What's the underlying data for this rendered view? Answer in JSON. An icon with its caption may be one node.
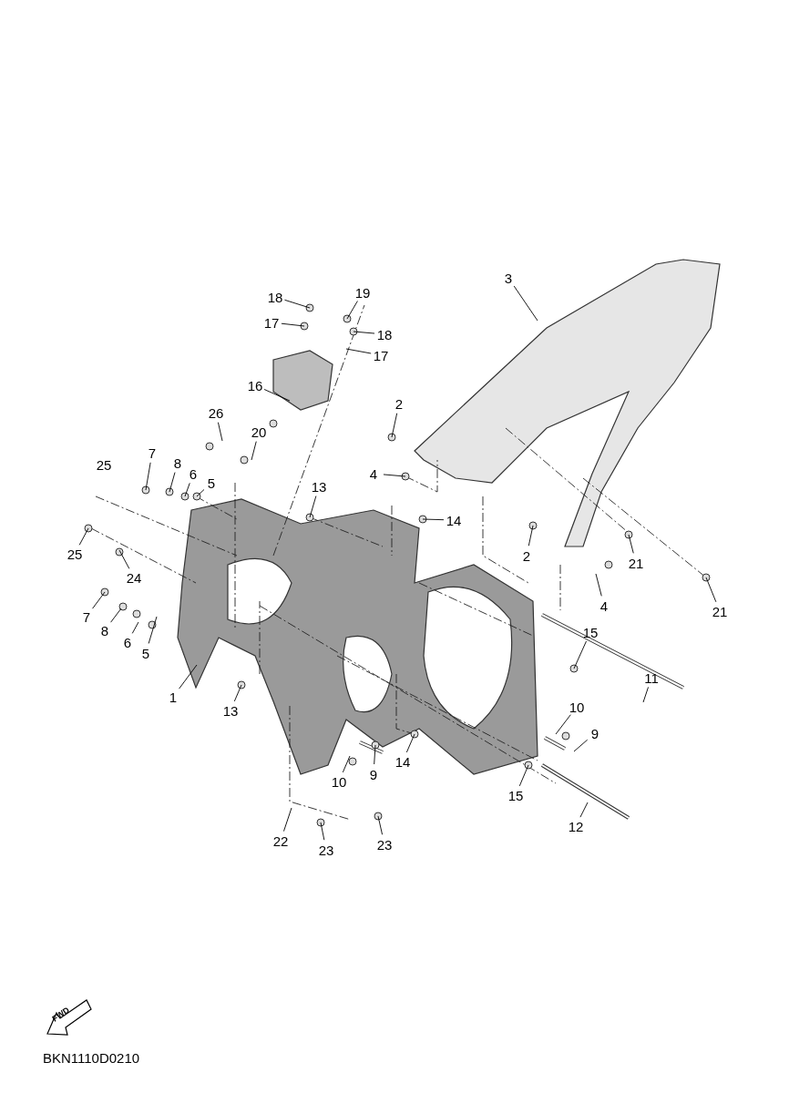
{
  "diagram": {
    "nodes": [
      {
        "text": [
          "18"
        ]
      },
      {
        "text": [
          "19"
        ]
      },
      {
        "text": [
          "3"
        ]
      },
      {
        "text": [
          "17"
        ]
      },
      {
        "text": [
          "18"
        ]
      },
      {
        "text": [
          "17"
        ]
      },
      {
        "text": [
          "16"
        ]
      },
      {
        "text": [
          "2"
        ]
      },
      {
        "text": [
          "26"
        ]
      },
      {
        "text": [
          "20"
        ]
      },
      {
        "text": [
          "7"
        ]
      },
      {
        "text": [
          "8"
        ]
      },
      {
        "text": [
          "6"
        ]
      },
      {
        "text": [
          "4"
        ]
      },
      {
        "text": [
          "5"
        ]
      },
      {
        "text": [
          "13"
        ]
      },
      {
        "text": [
          "14"
        ]
      },
      {
        "text": [
          "25"
        ]
      },
      {
        "text": [
          "2"
        ]
      },
      {
        "text": [
          "21"
        ]
      },
      {
        "text": [
          "24"
        ]
      },
      {
        "text": [
          "4"
        ]
      },
      {
        "text": [
          "21"
        ]
      },
      {
        "text": [
          "7"
        ]
      },
      {
        "text": [
          "8"
        ]
      },
      {
        "text": [
          "15"
        ]
      },
      {
        "text": [
          "6"
        ]
      },
      {
        "text": [
          "5"
        ]
      },
      {
        "text": [
          "11"
        ]
      },
      {
        "text": [
          "1"
        ]
      },
      {
        "text": [
          "10"
        ]
      },
      {
        "text": [
          "13"
        ]
      },
      {
        "text": [
          "9"
        ]
      },
      {
        "text": [
          "14"
        ]
      },
      {
        "text": [
          "9"
        ]
      },
      {
        "text": [
          "10"
        ]
      },
      {
        "text": [
          "15"
        ]
      },
      {
        "text": [
          "12"
        ]
      },
      {
        "text": [
          "22"
        ]
      },
      {
        "text": [
          "23"
        ]
      },
      {
        "text": [
          "23"
        ]
      }
    ],
    "edges": [
      {
        "from": 0,
        "to": null,
        "arrow": "none"
      },
      {
        "from": 1,
        "to": null,
        "arrow": "none"
      },
      {
        "from": 2,
        "to": null,
        "arrow": "none"
      },
      {
        "from": 3,
        "to": null,
        "arrow": "none"
      },
      {
        "from": 4,
        "to": null,
        "arrow": "none"
      },
      {
        "from": 5,
        "to": null,
        "arrow": "none"
      },
      {
        "from": 6,
        "to": null,
        "arrow": "none"
      },
      {
        "from": 7,
        "to": null,
        "arrow": "none"
      },
      {
        "from": 8,
        "to": null,
        "arrow": "none"
      },
      {
        "from": 9,
        "to": null,
        "arrow": "none"
      },
      {
        "from": 10,
        "to": null,
        "arrow": "none"
      },
      {
        "from": 11,
        "to": null,
        "arrow": "none"
      },
      {
        "from": 12,
        "to": null,
        "arrow": "none"
      },
      {
        "from": 13,
        "to": null,
        "arrow": "none"
      },
      {
        "from": 14,
        "to": null,
        "arrow": "none"
      },
      {
        "from": 15,
        "to": null,
        "arrow": "none"
      },
      {
        "from": 16,
        "to": null,
        "arrow": "none"
      },
      {
        "from": 17,
        "to": null,
        "arrow": "none"
      },
      {
        "from": 18,
        "to": null,
        "arrow": "none"
      },
      {
        "from": 19,
        "to": null,
        "arrow": "none"
      },
      {
        "from": 20,
        "to": null,
        "arrow": "none"
      },
      {
        "from": 21,
        "to": null,
        "arrow": "none"
      },
      {
        "from": 22,
        "to": null,
        "arrow": "none"
      },
      {
        "from": 23,
        "to": null,
        "arrow": "none"
      },
      {
        "from": 24,
        "to": null,
        "arrow": "none"
      },
      {
        "from": 25,
        "to": null,
        "arrow": "none"
      },
      {
        "from": 26,
        "to": null,
        "arrow": "none"
      },
      {
        "from": 27,
        "to": null,
        "arrow": "none"
      },
      {
        "from": 28,
        "to": null,
        "arrow": "none"
      },
      {
        "from": 29,
        "to": null,
        "arrow": "none"
      },
      {
        "from": 30,
        "to": null,
        "arrow": "none"
      },
      {
        "from": 31,
        "to": null,
        "arrow": "none"
      },
      {
        "from": 32,
        "to": null,
        "arrow": "none"
      },
      {
        "from": 33,
        "to": null,
        "arrow": "none"
      },
      {
        "from": 34,
        "to": null,
        "arrow": "none"
      },
      {
        "from": 35,
        "to": null,
        "arrow": "none"
      },
      {
        "from": 36,
        "to": null,
        "arrow": "none"
      },
      {
        "from": 37,
        "to": null,
        "arrow": "none"
      },
      {
        "from": 38,
        "to": null,
        "arrow": "none"
      },
      {
        "from": 39,
        "to": null,
        "arrow": "none"
      },
      {
        "from": 40,
        "to": null,
        "arrow": "none"
      }
    ],
    "labels": [
      "25",
      "FWD",
      "BKN1110D0210"
    ]
  }
}
